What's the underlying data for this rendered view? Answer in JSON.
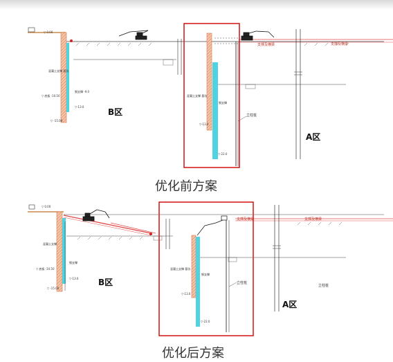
{
  "captions": {
    "before": "优化前方案",
    "after": "优化后方案"
  },
  "diagram_before": {
    "zone_b": "B区",
    "zone_a": "A区",
    "support_label": "支撑及横梁",
    "support_label_right": "支撑及横梁",
    "column_label": "立柱桩"
  },
  "diagram_after": {
    "zone_b": "B区",
    "zone_a": "A区",
    "support_label": "支撑及横梁",
    "support_label_right": "支撑及横梁",
    "column_label": "立柱桩",
    "column_label_right": "立柱桩"
  },
  "colors": {
    "wall_hatch": "#e7a07a",
    "pile_cyan": "#4fd3e0",
    "highlight_red": "#d61f1f",
    "support_red": "#e24a4a"
  }
}
